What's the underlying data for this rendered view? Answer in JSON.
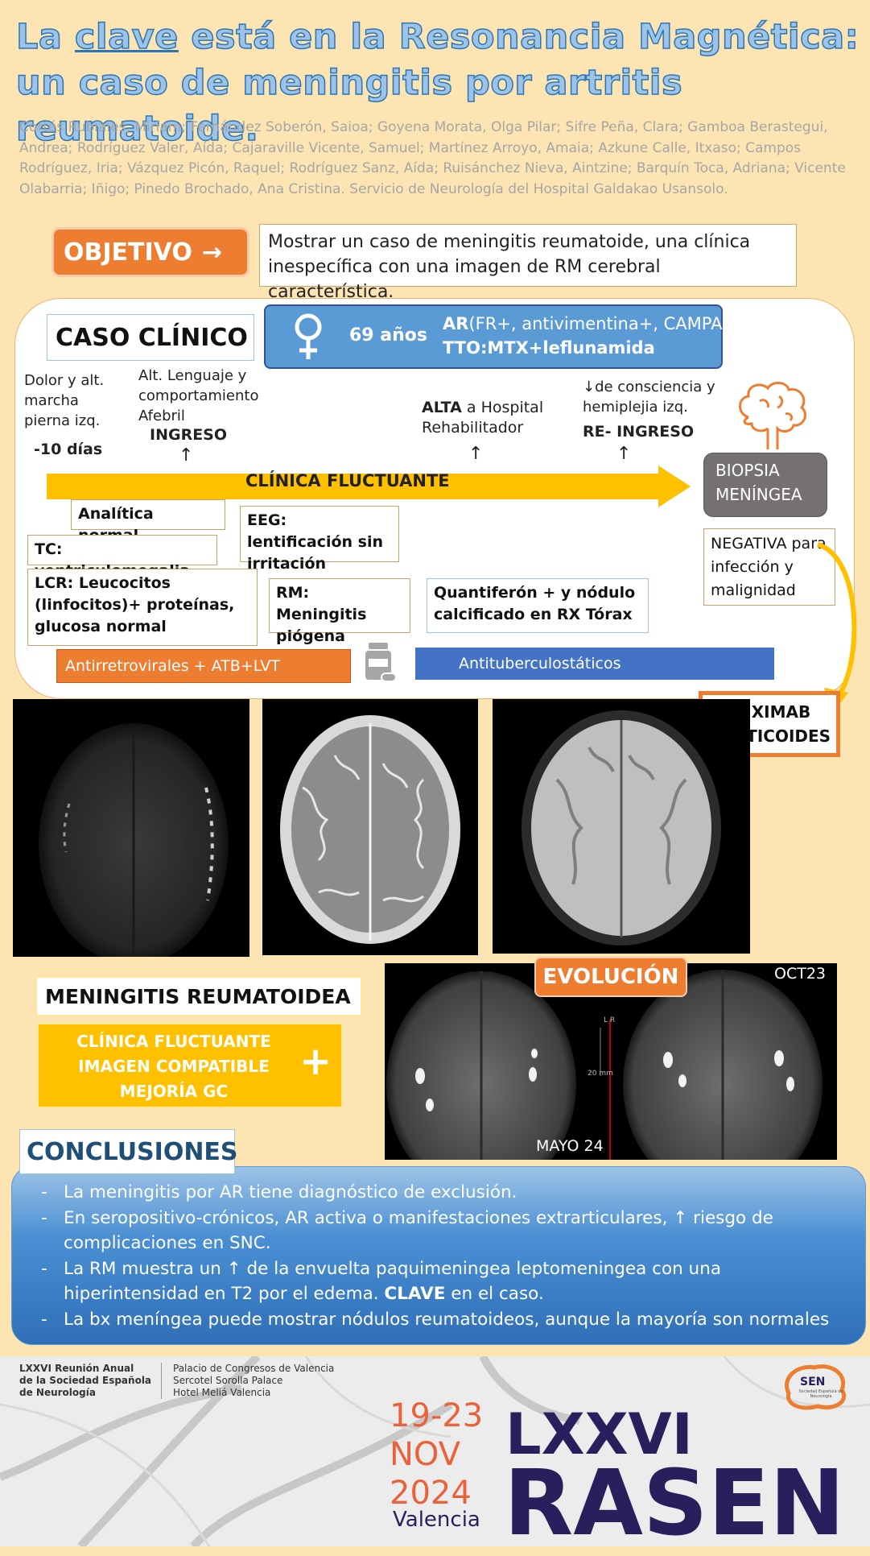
{
  "title": {
    "part1": "La ",
    "underlined": "clave",
    "part2": " está en la Resonancia Magnética:",
    "line2": "un caso de meningitis por artritis reumatoide."
  },
  "authors": "Cortés Rubiales, Miriam; Fernández Soberón, Saioa; Goyena Morata, Olga Pilar; Sifre Peña, Clara; Gamboa Berastegui, Andrea; Rodríguez Valer, Aída; Cajaraville Vicente, Samuel; Martínez Arroyo, Amaia; Azkune Calle, Itxaso; Campos Rodríguez, Iria; Vázquez Picón, Raquel; Rodríguez Sanz, Aída; Ruisánchez Nieva, Aintzine; Barquín Toca, Adriana; Vicente Olabarria; Iñigo; Pinedo Brochado, Ana Cristina. Servicio de Neurología del Hospital Galdakao Usansolo.",
  "objetivo": {
    "label": "OBJETIVO",
    "arrow": "→",
    "text": "Mostrar un caso de meningitis reumatoide, una clínica inespecífica con una imagen de RM cerebral característica."
  },
  "caso": {
    "title": "CASO CLÍNICO",
    "patient": {
      "sex_icon": "female-icon",
      "age": "69 años",
      "ar_bold": "AR",
      "ar_detail": "(FR+, antivimentina+, CAMPA+)",
      "tto": "TTO:MTX+leflunamida"
    },
    "events": {
      "e1_text": [
        "Dolor y alt.",
        "marcha",
        "pierna izq."
      ],
      "e1_time": "-10 días",
      "e2_text": [
        "Alt. Lenguaje y",
        "comportamiento",
        "Afebril"
      ],
      "e2_label": "INGRESO",
      "e3_bold": "ALTA",
      "e3_rest": " a Hospital",
      "e3_line2": "Rehabilitador",
      "e4_text": [
        "↓de consciencia y",
        "hemiplejia izq."
      ],
      "e4_label": "RE- INGRESO",
      "arrow": "↑"
    },
    "timeline_label": "CLÍNICA FLUCTUANTE",
    "findings": {
      "analitica": "Analítica normal",
      "tc": "TC: ventriculomegalia",
      "lcr": "LCR: Leucocitos (linfocitos)+ proteínas, glucosa normal",
      "eeg": "EEG: lentificación sin irritación",
      "rm": "RM: Meningitis piógena difusa",
      "quanti": "Quantiferón + y nódulo calcificado en RX Tórax"
    },
    "biopsy": "BIOPSIA MENÍNGEA",
    "negativa": "NEGATIVA para infección y malignidad",
    "treatments": {
      "t1": "Antirretrovirales + ATB+LVT",
      "t2": "Antituberculostáticos",
      "icon": "pill-bottle-icon"
    },
    "ritux": [
      "RITUXIMAB",
      "CORTICOIDES"
    ]
  },
  "meningitis": {
    "title": "MENINGITIS REUMATOIDEA",
    "items": [
      "CLÍNICA FLUCTUANTE",
      "IMAGEN COMPATIBLE",
      "MEJORÍA GC"
    ],
    "plus": "+"
  },
  "evolucion": {
    "label": "EVOLUCIÓN",
    "right_date": "OCT23",
    "left_date": "MAYO 24",
    "lr": "L R",
    "scale": "20 mm"
  },
  "conclusiones": {
    "title": "CONCLUSIONES",
    "items": [
      "La meningitis por AR tiene diagnóstico de exclusión.",
      "En seropositivo-crónicos, AR activa o manifestaciones extrarticulares, ↑ riesgo de complicaciones en SNC.",
      "La RM muestra un ↑ de la envuelta paquimeningea leptomeningea con una hiperintensidad en T2 por el edema.",
      "La bx meníngea puede mostrar nódulos reumatoideos, aunque la mayoría son normales"
    ],
    "item3_bold": "CLAVE",
    "item3_tail": " en el caso."
  },
  "footer": {
    "meeting": [
      "LXXVI Reunión Anual",
      "de la Sociedad Española",
      "de Neurología"
    ],
    "venues": [
      "Palacio de Congresos de Valencia",
      "Sercotel Sorolla Palace",
      "Hotel Meliá Valencia"
    ],
    "dates": [
      "19-23",
      "NOV",
      "2024"
    ],
    "city": "Valencia",
    "brand1": "LXXVI",
    "brand2": "RASEN",
    "logo": "SEN",
    "logo_sub": "Sociedad Española de Neurología"
  }
}
